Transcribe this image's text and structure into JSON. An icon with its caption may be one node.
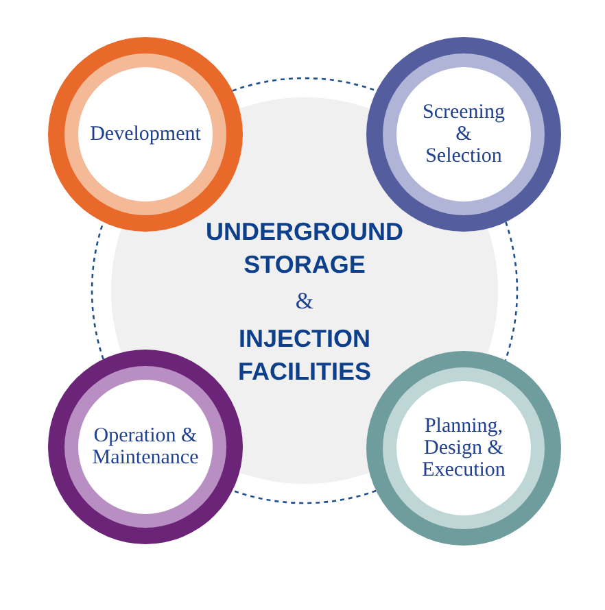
{
  "diagram": {
    "nodes": [
      {
        "text": [
          "Development"
        ]
      },
      {
        "text": [
          "Screening & Selection"
        ]
      },
      {
        "text": [
          "UNDERGROUND STORAGE",
          "&",
          "INJECTION FACILITIES"
        ]
      },
      {
        "text": [
          "Operation & Maintenance"
        ]
      },
      {
        "text": [
          "Planning, Design & Execution"
        ]
      }
    ],
    "edges": [
      {
        "from": 0,
        "to": 1,
        "arrow": "none",
        "style": "dashed"
      },
      {
        "from": 1,
        "to": 4,
        "arrow": "none",
        "style": "dashed"
      },
      {
        "from": 4,
        "to": 3,
        "arrow": "none",
        "style": "dashed"
      },
      {
        "from": 3,
        "to": 0,
        "arrow": "none",
        "style": "dashed"
      }
    ]
  }
}
